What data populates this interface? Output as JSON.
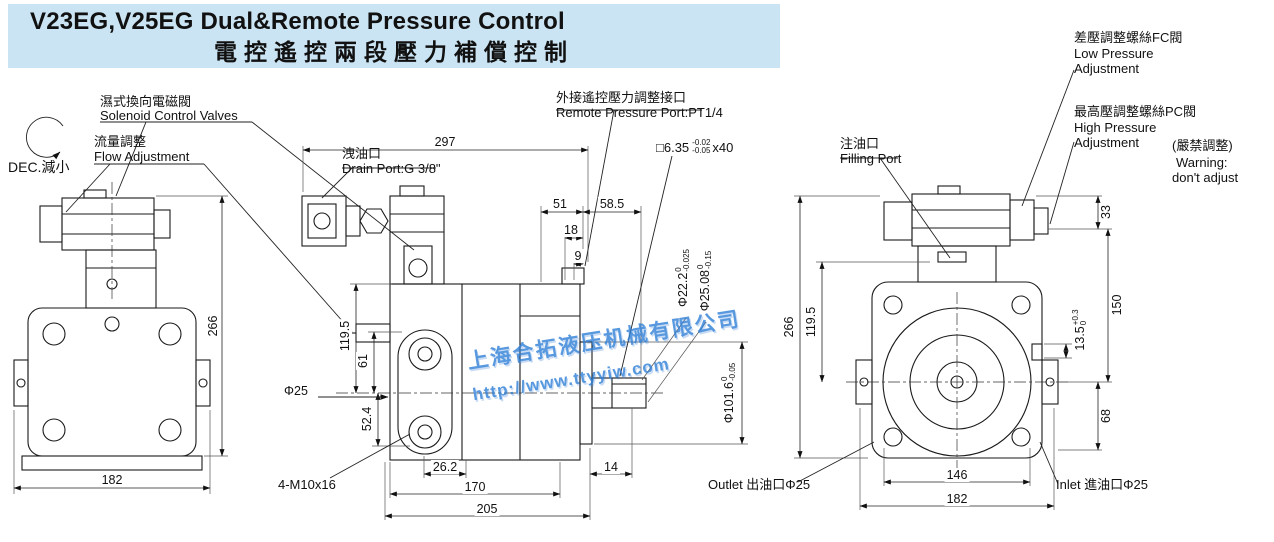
{
  "header": {
    "title_en": "V23EG,V25EG Dual&Remote Pressure Control",
    "title_cn": "電控遙控兩段壓力補償控制",
    "bg_color": "#cbe4f3"
  },
  "labels": {
    "solenoid_cn": "濕式換向電磁閥",
    "solenoid_en": "Solenoid Control Valves",
    "flow_cn": "流量調整",
    "flow_en": "Flow Adjustment",
    "dec": "DEC.減小",
    "drain_cn": "洩油口",
    "drain_en": "Drain Port:G 3/8\"",
    "remote_cn": "外接遙控壓力調整接口",
    "remote_en": "Remote Pressure Port:PT1/4",
    "filling_cn": "注油口",
    "filling_en": "Filling Port",
    "low_pressure_cn": "差壓調整螺絲FC閥",
    "low_pressure_en1": "Low Pressure",
    "low_pressure_en2": "Adjustment",
    "high_pressure_cn": "最高壓調整螺絲PC閥",
    "high_pressure_en1": "High Pressure",
    "high_pressure_en2": "Adjustment",
    "warning_cn": "(嚴禁調整)",
    "warning_en1": "Warning:",
    "warning_en2": "don't adjust",
    "outlet": "Outlet 出油口Φ25",
    "inlet": "Inlet 進油口Φ25",
    "bolt_spec": "4-M10x16",
    "key_box": "□6.35",
    "key_tol_top": "-0.02",
    "key_tol_bot": "-0.05",
    "key_suffix": "x40"
  },
  "dims": {
    "left_height": "266",
    "left_width": "182",
    "c_width": "297",
    "c_51": "51",
    "c_58_5": "58.5",
    "c_18": "18",
    "c_9": "9",
    "c_119_5": "119.5",
    "c_61": "61",
    "c_52_4": "52.4",
    "c_phi25": "Φ25",
    "c_26_2": "26.2",
    "c_170": "170",
    "c_205": "205",
    "c_14": "14",
    "c_shaft_d": "Φ22.2",
    "c_shaft_d_top": "0",
    "c_shaft_d_bot": "-0.025",
    "c_spline_d": "Φ25.08",
    "c_spline_d_top": "0",
    "c_spline_d_bot": "-0.15",
    "c_pilot_d": "Φ101.6",
    "c_pilot_d_top": "0",
    "c_pilot_d_bot": "-0.05",
    "r_height": "266",
    "r_119_5": "119.5",
    "r_33": "33",
    "r_150": "150",
    "r_13_5": "13.5",
    "r_13_5_top": "+0.3",
    "r_13_5_bot": "0",
    "r_68": "68",
    "r_146": "146",
    "r_182": "182"
  },
  "watermark": {
    "line1": "上海合拓液压机械有限公司",
    "line2": "http://www.ttyyiw.com",
    "color": "#2e7fd6"
  }
}
